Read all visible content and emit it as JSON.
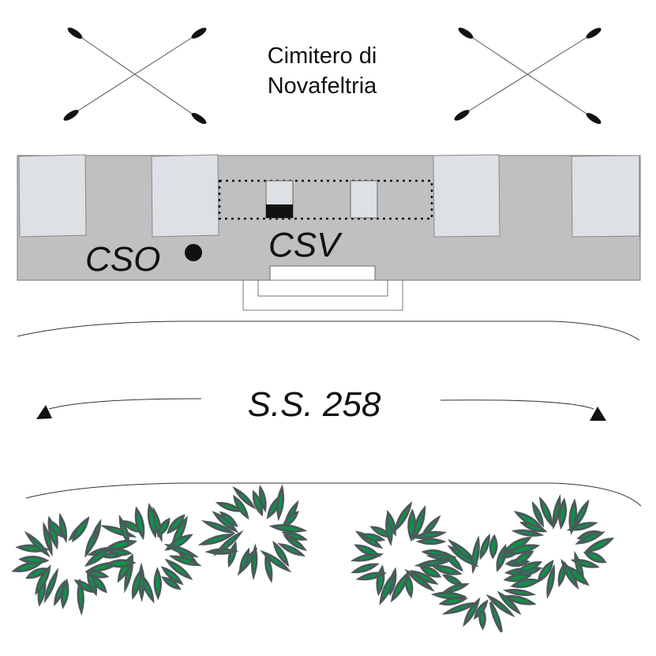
{
  "title_lines": [
    "Cimitero di",
    "Novafeltria"
  ],
  "labels": {
    "cso": "CSO",
    "csv": "CSV",
    "road": "S.S. 258"
  },
  "colors": {
    "building": "#c0c0c0",
    "box": "#dde0e4",
    "leaf": "#0a9447",
    "leaf_outline": "#4a5a5a"
  }
}
